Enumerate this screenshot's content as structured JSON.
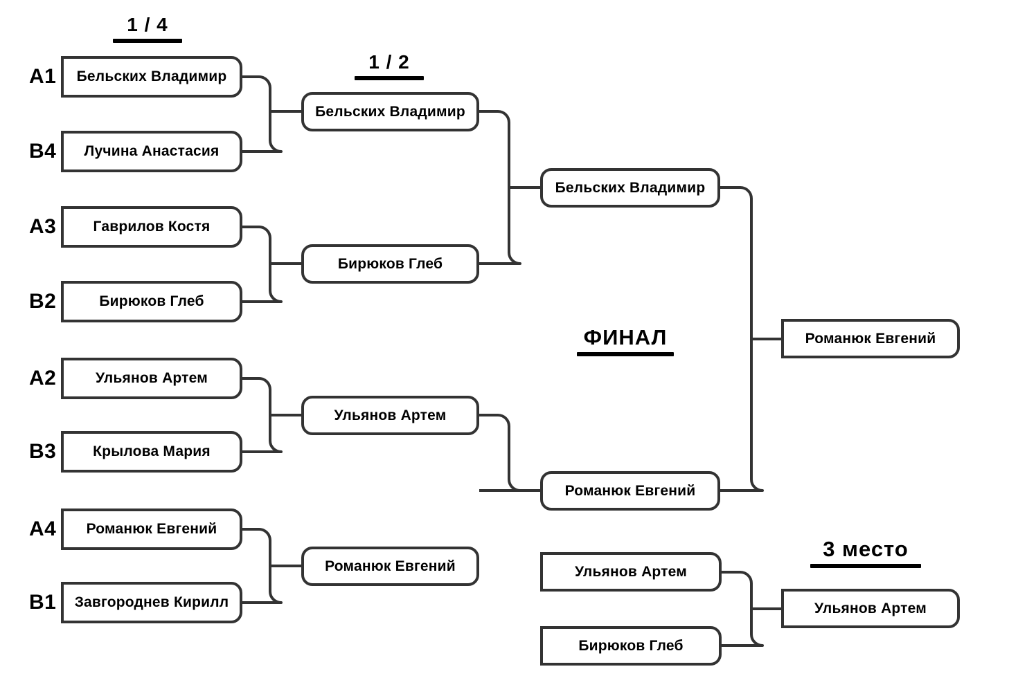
{
  "headings": {
    "quarter": "1 / 4",
    "semi": "1 / 2",
    "final": "ФИНАЛ",
    "third": "3 место"
  },
  "seeds": {
    "a1": "A1",
    "b4": "B4",
    "a3": "A3",
    "b2": "B2",
    "a2": "A2",
    "b3": "B3",
    "a4": "A4",
    "b1": "B1"
  },
  "round_of_8": [
    {
      "seed": "A1",
      "name": "Бельских Владимир"
    },
    {
      "seed": "B4",
      "name": "Лучина Анастасия"
    },
    {
      "seed": "A3",
      "name": "Гаврилов Костя"
    },
    {
      "seed": "B2",
      "name": "Бирюков Глеб"
    },
    {
      "seed": "A2",
      "name": "Ульянов Артем"
    },
    {
      "seed": "B3",
      "name": "Крылова Мария"
    },
    {
      "seed": "A4",
      "name": "Романюк Евгений"
    },
    {
      "seed": "B1",
      "name": "Завгороднев Кирилл"
    }
  ],
  "semifinals": [
    {
      "name": "Бельских Владимир"
    },
    {
      "name": "Бирюков Глеб"
    },
    {
      "name": "Ульянов Артем"
    },
    {
      "name": "Романюк Евгений"
    }
  ],
  "final": [
    {
      "name": "Бельских Владимир"
    },
    {
      "name": "Романюк Евгений"
    }
  ],
  "champion": {
    "name": "Романюк Евгений"
  },
  "third_place_match": [
    {
      "name": "Ульянов Артем"
    },
    {
      "name": "Бирюков Глеб"
    }
  ],
  "third_place_winner": {
    "name": "Ульянов Артем"
  },
  "colors": {
    "line": "#333333",
    "text": "#000000",
    "background": "#ffffff"
  }
}
